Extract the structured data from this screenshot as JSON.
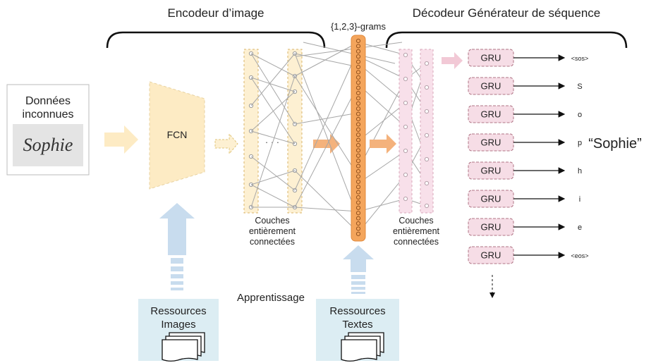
{
  "headers": {
    "encoder": "Encodeur d’image",
    "decoder": "Décodeur Générateur de séquence",
    "ngrams": "{1,2,3}-grams"
  },
  "input": {
    "line1": "Données",
    "line2": "inconnues",
    "handwriting": "Sophie"
  },
  "fcn_label": "FCN",
  "ellipsis": "· · ·",
  "fc_label_encoder": [
    "Couches",
    "entièrement",
    "connectées"
  ],
  "fc_label_decoder": [
    "Couches",
    "entièrement",
    "connectées"
  ],
  "learning_label": "Apprentissage",
  "resources_images": [
    "Ressources",
    "Images"
  ],
  "resources_texts": [
    "Ressources",
    "Textes"
  ],
  "gru_label": "GRU",
  "outputs": [
    "<sos>",
    "S",
    "o",
    "p",
    "h",
    "i",
    "e",
    "<eos>"
  ],
  "result": "“Sophie”",
  "colors": {
    "fcn_fill": "#fdebc4",
    "fc_enc_fill": "#fdf0d2",
    "ngram_fill": "#f4a55c",
    "ngram_border": "#e08a3c",
    "fc_dec_fill": "#f8e0ea",
    "gru_fill": "#f6dde6",
    "gru_border": "#b07585",
    "resource_fill": "#dcedf3",
    "up_arrow": "#c8dcee",
    "orange_arrow": "#f4b27c",
    "pink_arrow": "#f2c9d6"
  }
}
